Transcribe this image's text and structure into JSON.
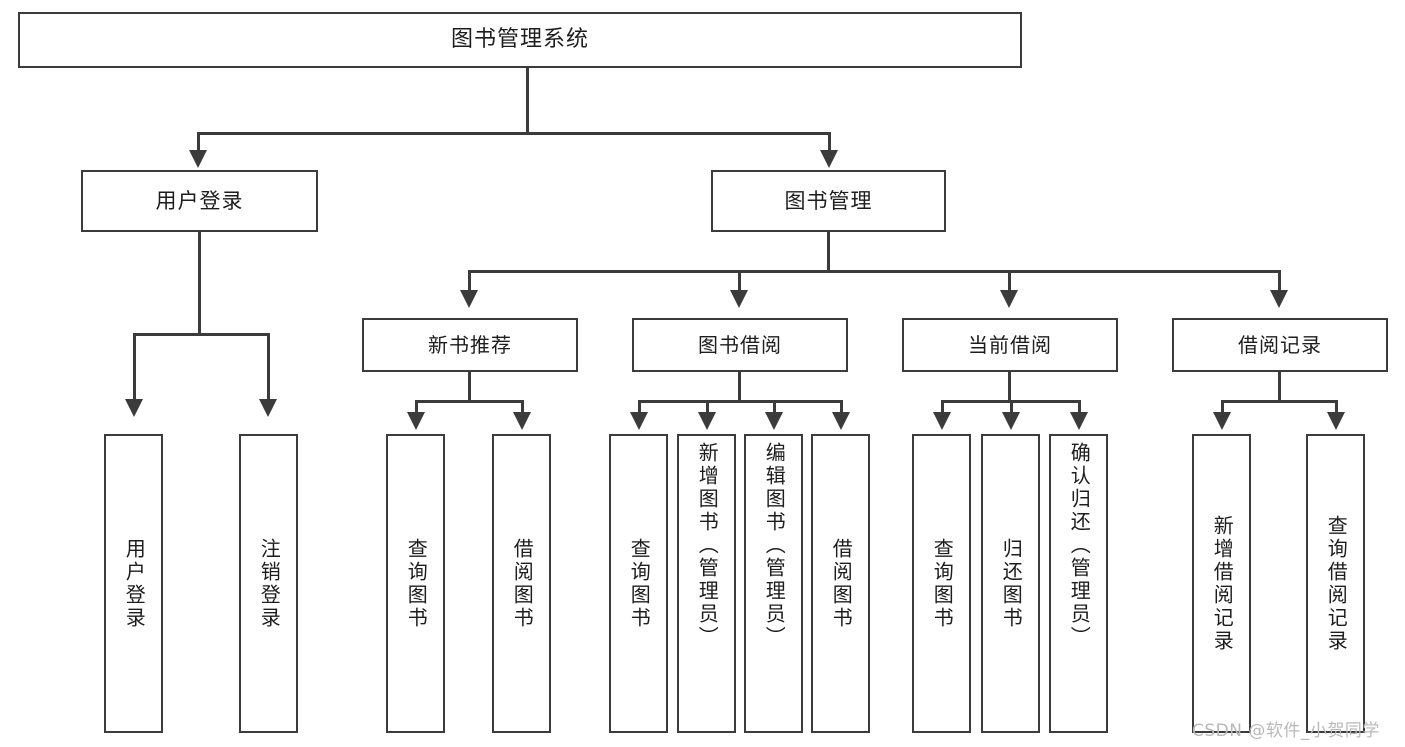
{
  "diagram": {
    "type": "tree",
    "title": "图书管理系统",
    "root": {
      "label": "图书管理系统"
    },
    "level2": [
      {
        "label": "用户登录"
      },
      {
        "label": "图书管理"
      }
    ],
    "level3": [
      {
        "label": "新书推荐"
      },
      {
        "label": "图书借阅"
      },
      {
        "label": "当前借阅"
      },
      {
        "label": "借阅记录"
      }
    ],
    "leaves": {
      "user_login": [
        {
          "label": "用户登录"
        },
        {
          "label": "注销登录"
        }
      ],
      "new_book_recommend": [
        {
          "label": "查询图书"
        },
        {
          "label": "借阅图书"
        }
      ],
      "book_borrow": [
        {
          "label": "查询图书"
        },
        {
          "label": "新增图书（管理员）"
        },
        {
          "label": "编辑图书（管理员）"
        },
        {
          "label": "借阅图书"
        }
      ],
      "current_borrow": [
        {
          "label": "查询图书"
        },
        {
          "label": "归还图书"
        },
        {
          "label": "确认归还（管理员）"
        }
      ],
      "borrow_record": [
        {
          "label": "新增借阅记录"
        },
        {
          "label": "查询借阅记录"
        }
      ]
    }
  },
  "watermark": {
    "text": "CSDN @软件_小贺同学"
  },
  "colors": {
    "stroke": "#3b3b3b",
    "text": "#1d1d1d",
    "background": "#ffffff",
    "watermark": "#b9b9b9"
  }
}
